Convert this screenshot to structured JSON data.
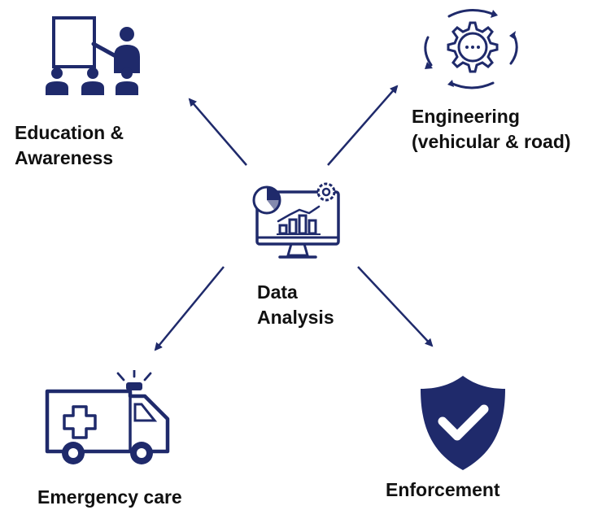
{
  "center": {
    "lines": [
      "Data",
      "Analysis"
    ],
    "icon": "monitor-analytics-icon"
  },
  "nodes": [
    {
      "id": "education",
      "lines": [
        "Education &",
        "Awareness"
      ],
      "icon": "presentation-classroom-icon"
    },
    {
      "id": "engineering",
      "lines": [
        "Engineering",
        "(vehicular & road)"
      ],
      "icon": "gear-cycle-icon"
    },
    {
      "id": "emergency",
      "lines": [
        "Emergency care"
      ],
      "icon": "ambulance-icon"
    },
    {
      "id": "enforcement",
      "lines": [
        "Enforcement"
      ],
      "icon": "shield-check-icon"
    }
  ],
  "colors": {
    "accent": "#1f2a6b",
    "text": "#111111",
    "background": "#ffffff"
  }
}
